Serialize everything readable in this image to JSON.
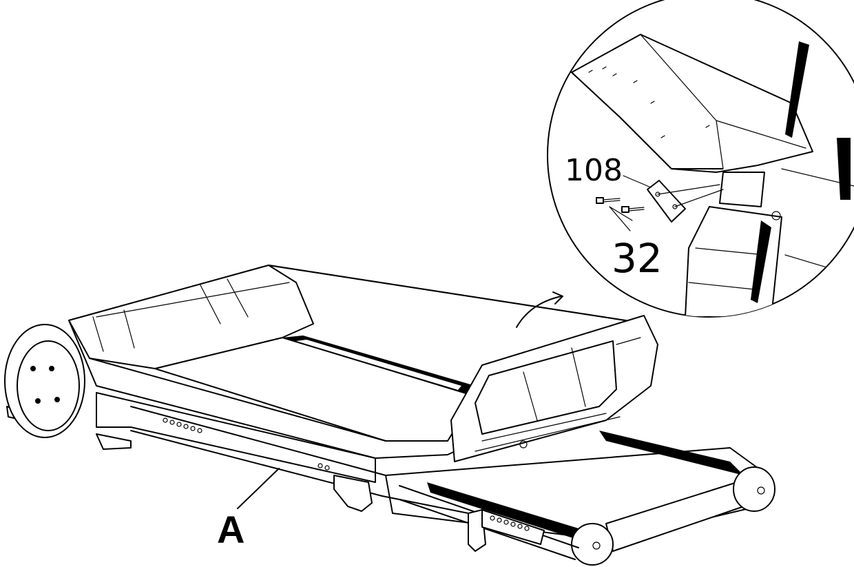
{
  "diagram": {
    "callouts": {
      "part_108": "108",
      "part_32": "32",
      "assembly_a": "A"
    },
    "icons": [
      "treadmill-drawing",
      "detail-magnifier-circle",
      "screw-icon",
      "plate-icon",
      "motion-arrow-icon"
    ]
  }
}
